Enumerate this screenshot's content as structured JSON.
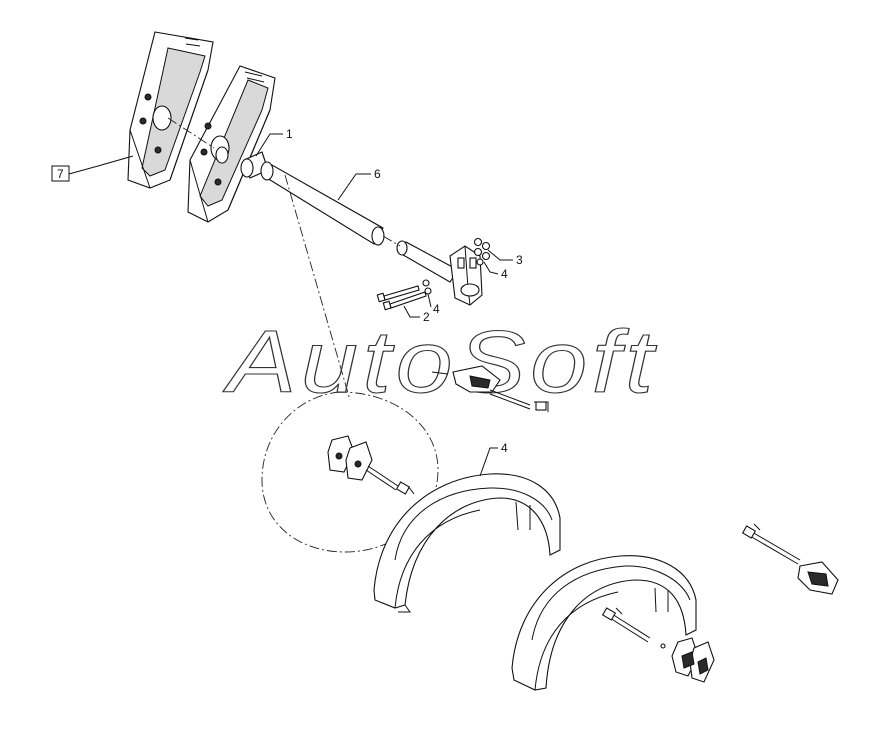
{
  "watermark": {
    "text": "AutoSoft"
  },
  "callouts": {
    "c1": "1",
    "c2": "2",
    "c3": "3",
    "c4a": "4",
    "c4b": "4",
    "c4c": "4",
    "c6": "6",
    "c7": "7"
  },
  "colors": {
    "line": "#111111",
    "fill": "#ffffff",
    "shade": "#d9d9d9",
    "dark": "#2a2a2a"
  }
}
